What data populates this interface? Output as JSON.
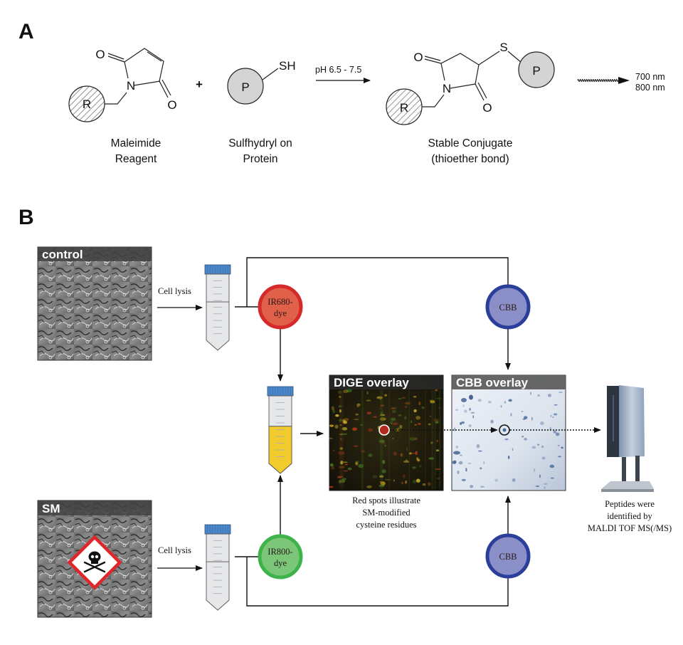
{
  "panel_a": {
    "label": "A",
    "reagent": {
      "group_letter": "R",
      "atoms": {
        "o_top": "O",
        "o_bottom": "O",
        "n": "N"
      },
      "caption_line1": "Maleimide",
      "caption_line2": "Reagent"
    },
    "plus": "+",
    "protein": {
      "group_letter": "P",
      "thiol": "SH",
      "caption_line1": "Sulfhydryl on",
      "caption_line2": "Protein"
    },
    "reaction_condition": "pH 6.5 - 7.5",
    "product": {
      "r_letter": "R",
      "p_letter": "P",
      "atoms": {
        "o_top": "O",
        "o_bottom": "O",
        "n": "N",
        "s": "S"
      },
      "caption_line1": "Stable Conjugate",
      "caption_line2": "(thioether bond)"
    },
    "emission": {
      "line1": "700 nm",
      "line2": "800 nm"
    }
  },
  "panel_b": {
    "label": "B",
    "control_image": {
      "title": "control"
    },
    "sm_image": {
      "title": "SM",
      "hazard_icon": "skull-crossbones-icon"
    },
    "lysis_label_top": "Cell lysis",
    "lysis_label_bottom": "Cell lysis",
    "dye_680": {
      "line1": "IR680-",
      "line2": "dye",
      "fill": "#e0604a",
      "ring": "#d62a2a"
    },
    "dye_800": {
      "line1": "IR800-",
      "line2": "dye",
      "fill": "#7cc67a",
      "ring": "#3db34a"
    },
    "cbb_top": {
      "label": "CBB",
      "fill": "#8a8fc8",
      "ring": "#2b3f9a"
    },
    "cbb_bottom": {
      "label": "CBB",
      "fill": "#8a8fc8",
      "ring": "#2b3f9a"
    },
    "dige_overlay": {
      "title": "DIGE overlay",
      "caption_line1": "Red spots illustrate",
      "caption_line2": "SM-modified",
      "caption_line3": "cysteine residues"
    },
    "cbb_overlay": {
      "title": "CBB overlay"
    },
    "maldi": {
      "caption_line1": "Peptides were",
      "caption_line2": "identified by",
      "caption_line3": "MALDI TOF MS(/MS)"
    },
    "colors": {
      "tube_cap": "#4a86c8",
      "tube_body": "#e6e7e9",
      "sample_mix": "#f2cc2c"
    }
  }
}
